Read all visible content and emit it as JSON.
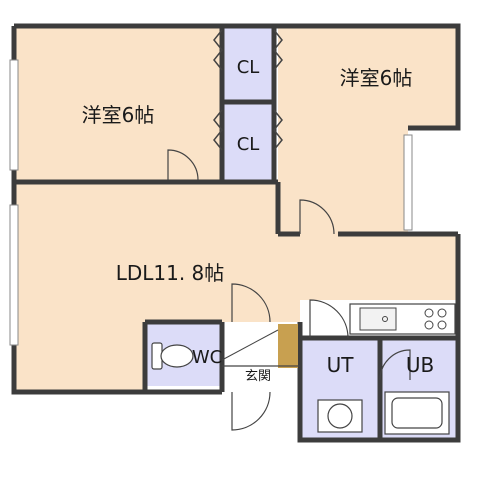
{
  "rooms": {
    "bedroom_left": {
      "label": "洋室6帖"
    },
    "bedroom_right": {
      "label": "洋室6帖"
    },
    "closet_top": {
      "label": "CL"
    },
    "closet_bottom": {
      "label": "CL"
    },
    "ldl": {
      "label": "LDL11. 8帖"
    },
    "wc": {
      "label": "WC"
    },
    "entrance": {
      "label": "玄関"
    },
    "utility": {
      "label": "UT"
    },
    "bath": {
      "label": "UB"
    }
  },
  "colors": {
    "room_fill": "#fae3c8",
    "wet_fill": "#dcdcf8",
    "entrance_fill": "#ffffff",
    "wall": "#3c3c3c",
    "shoe_box": "#c8a050",
    "door_line": "#444444"
  }
}
